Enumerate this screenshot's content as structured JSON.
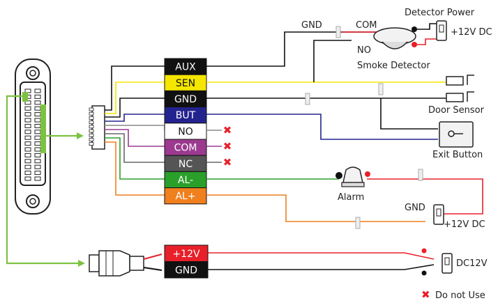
{
  "terminals": [
    {
      "label": "AUX",
      "color": "#111111",
      "text_color": "#ffffff"
    },
    {
      "label": "SEN",
      "color": "#f5e600",
      "text_color": "#111111"
    },
    {
      "label": "GND",
      "color": "#111111",
      "text_color": "#ffffff"
    },
    {
      "label": "BUT",
      "color": "#23238f",
      "text_color": "#ffffff"
    },
    {
      "label": "NO",
      "color": "#ffffff",
      "text_color": "#111111"
    },
    {
      "label": "COM",
      "color": "#9b3a8f",
      "text_color": "#ffffff"
    },
    {
      "label": "NC",
      "color": "#555555",
      "text_color": "#ffffff"
    },
    {
      "label": "AL-",
      "color": "#2aa02a",
      "text_color": "#ffffff"
    },
    {
      "label": "AL+",
      "color": "#f07f1e",
      "text_color": "#ffffff"
    }
  ],
  "power_terminals": [
    {
      "label": "+12V",
      "color": "#e8202a",
      "text_color": "#ffffff"
    },
    {
      "label": "GND",
      "color": "#111111",
      "text_color": "#ffffff"
    }
  ],
  "labels": {
    "detector_power": "Detector Power",
    "detector_12v": "+12V DC",
    "gnd_top": "GND",
    "com_top": "COM",
    "no_top": "NO",
    "smoke_detector": "Smoke Detector",
    "door_sensor": "Door Sensor",
    "exit_button": "Exit Button",
    "alarm": "Alarm",
    "alarm_gnd": "GND",
    "alarm_12v": "+12V DC",
    "power_dc": "DC12V",
    "legend": "Do not Use"
  },
  "colors": {
    "black": "#111111",
    "yellow": "#f5e600",
    "blue": "#23238f",
    "purple": "#9b3a8f",
    "gray": "#666666",
    "green": "#2aa02a",
    "orange": "#f07f1e",
    "red": "#e8202a",
    "arrow": "#7cc242",
    "do_not_use": "#e8202a"
  }
}
